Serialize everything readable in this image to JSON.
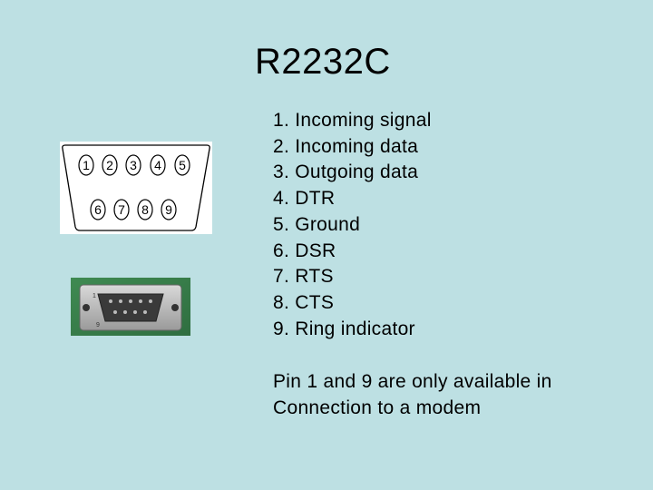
{
  "title": "R2232C",
  "pins": [
    "1. Incoming signal",
    "2. Incoming data",
    "3. Outgoing data",
    "4. DTR",
    "5. Ground",
    "6. DSR",
    "7. RTS",
    "8. CTS",
    "9. Ring indicator"
  ],
  "note": {
    "line1": "Pin 1 and 9 are only available in",
    "line2": "Connection to a modem"
  },
  "diagram": {
    "top_row": [
      "1",
      "2",
      "3",
      "4",
      "5"
    ],
    "bottom_row": [
      "6",
      "7",
      "8",
      "9"
    ]
  },
  "photo": {
    "pin_label_1": "1",
    "pin_label_9": "9"
  }
}
